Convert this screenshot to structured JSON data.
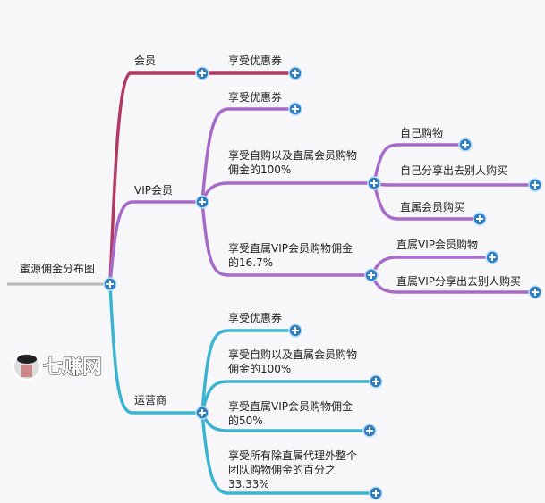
{
  "root": "蜜源佣金分布图",
  "member": {
    "label": "会员",
    "children": [
      "享受优惠券"
    ]
  },
  "vip": {
    "label": "VIP会员",
    "children": [
      {
        "lines": [
          "享受优惠券"
        ]
      },
      {
        "lines": [
          "享受自购以及直属会员购物",
          "佣金的100%"
        ],
        "children": [
          "自己购物",
          "自己分享出去别人购买",
          "直属会员购买"
        ]
      },
      {
        "lines": [
          "享受直属VIP会员购物佣金",
          "的16.7%"
        ],
        "children": [
          "直属VIP会员购物",
          "直属VIP分享出去别人购买"
        ]
      }
    ]
  },
  "operator": {
    "label": "运营商",
    "children": [
      {
        "lines": [
          "享受优惠券"
        ]
      },
      {
        "lines": [
          "享受自购以及直属会员购物",
          "佣金的100%"
        ]
      },
      {
        "lines": [
          "享受直属VIP会员购物佣金",
          "的50%"
        ]
      },
      {
        "lines": [
          "享受所有除直属代理外整个",
          "团队购物佣金的百分之",
          "33.33%"
        ]
      }
    ]
  },
  "watermark": "七赚网",
  "colors": {
    "member": "#b23a62",
    "vip": "#a66bc8",
    "operator": "#3db4cf",
    "node": "#2f7ec2"
  }
}
